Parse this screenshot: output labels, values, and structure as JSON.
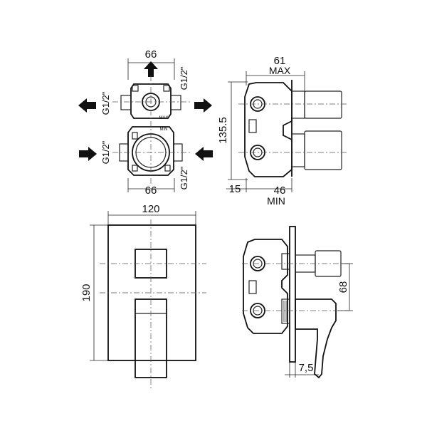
{
  "labels": {
    "top_width_top": "66",
    "top_width_bottom": "66",
    "thread_top": "G1/2\"",
    "thread_left_upper": "G1/2\"",
    "thread_left_lower": "G1/2\"",
    "thread_bottom_right": "G1/2\"",
    "max_small": "MAX",
    "min_small": "MIN",
    "side_depth_max_value": "61",
    "side_depth_max_text": "MAX",
    "side_height": "135.5",
    "side_min_offset": "15",
    "side_depth_min_value": "46",
    "side_depth_min_text": "MIN",
    "plate_width": "120",
    "plate_height": "190",
    "lever_height": "68",
    "plate_thickness": "7,5"
  },
  "colors": {
    "line": "#222222",
    "background": "#ffffff"
  }
}
